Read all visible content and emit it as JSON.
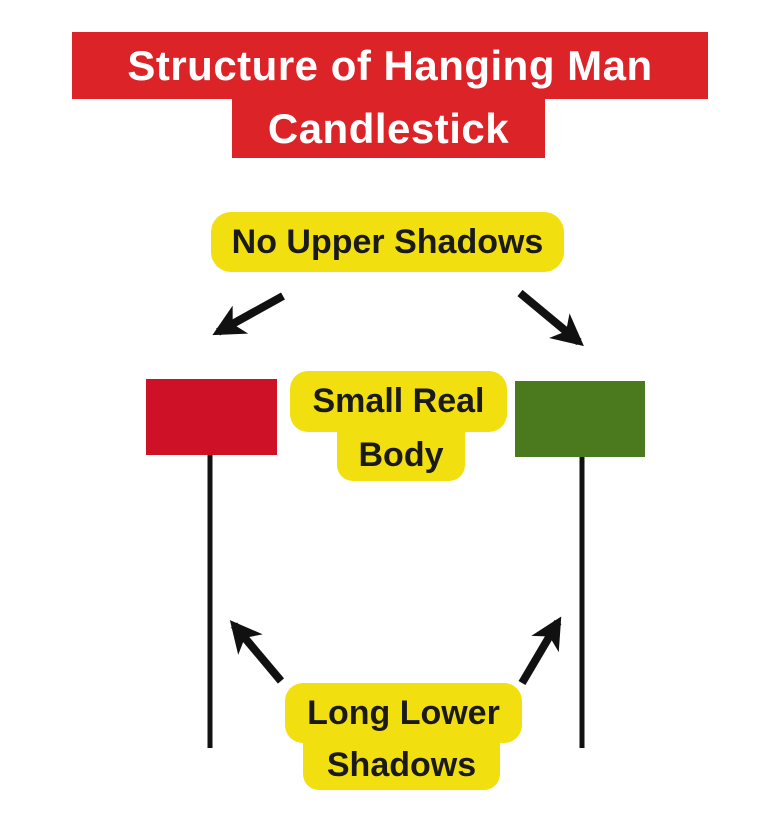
{
  "title": {
    "line1": "Structure of Hanging Man",
    "line2": "Candlestick"
  },
  "annotations": {
    "no_upper_shadows": "No Upper Shadows",
    "small_real_body": [
      "Small Real",
      "Body"
    ],
    "long_lower_shadows": [
      "Long Lower",
      "Shadows"
    ]
  },
  "colors": {
    "banner_red": "#DC2328",
    "candle_bearish_red": "#CE1126",
    "candle_bullish_green": "#4B7A1E",
    "label_yellow": "#F2DF10",
    "arrow_black": "#111111",
    "title_text": "#FFFFFF",
    "label_text": "#1A1A1A",
    "background": "#FFFFFF"
  }
}
